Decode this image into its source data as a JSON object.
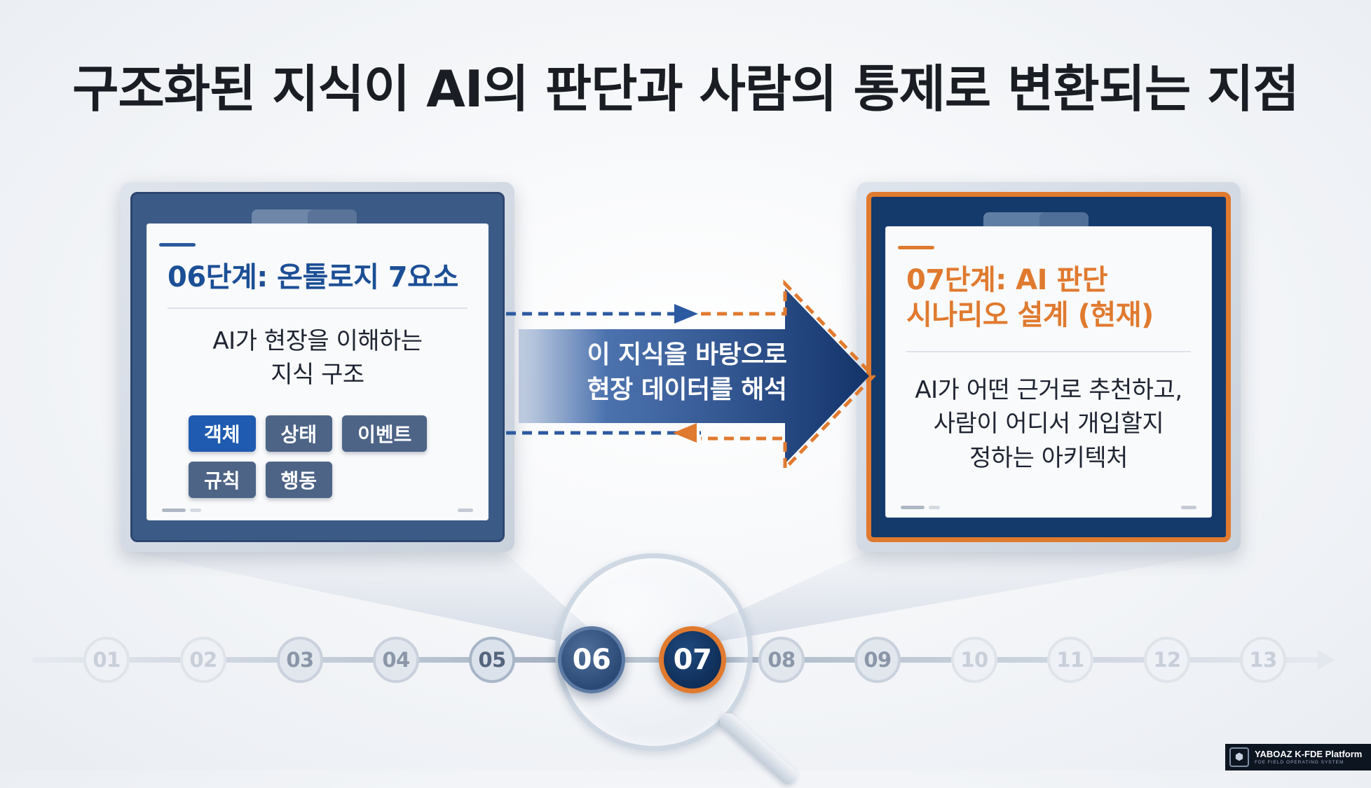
{
  "title": "구조화된 지식이 AI의 판단과 사람의 통제로 변환되는 지점",
  "left_card": {
    "heading": "06단계: 온톨로지 7요소",
    "description": "AI가 현장을 이해하는\n지식 구조",
    "chips": [
      "객체",
      "상태",
      "이벤트",
      "규칙",
      "행동"
    ],
    "active_chip": "객체"
  },
  "right_card": {
    "heading": "07단계: AI 판단\n시나리오 설계 (현재)",
    "description": "AI가 어떤 근거로 추천하고,\n사람이 어디서 개입할지\n정하는 아키텍처"
  },
  "connector": {
    "text": "이 지식을 바탕으로\n현장 데이터를 해석"
  },
  "timeline": {
    "steps": [
      "01",
      "02",
      "03",
      "04",
      "05",
      "06",
      "07",
      "08",
      "09",
      "10",
      "11",
      "12",
      "13"
    ],
    "highlighted": [
      "06",
      "07"
    ],
    "current": "07"
  },
  "badge": {
    "name": "YABOAZ K-FDE Platform",
    "subtitle": "FDE FIELD OPERATING SYSTEM"
  },
  "colors": {
    "navy": "#143a6b",
    "blue": "#1c4f96",
    "orange": "#e07a2f",
    "slate": "#4d6487"
  }
}
